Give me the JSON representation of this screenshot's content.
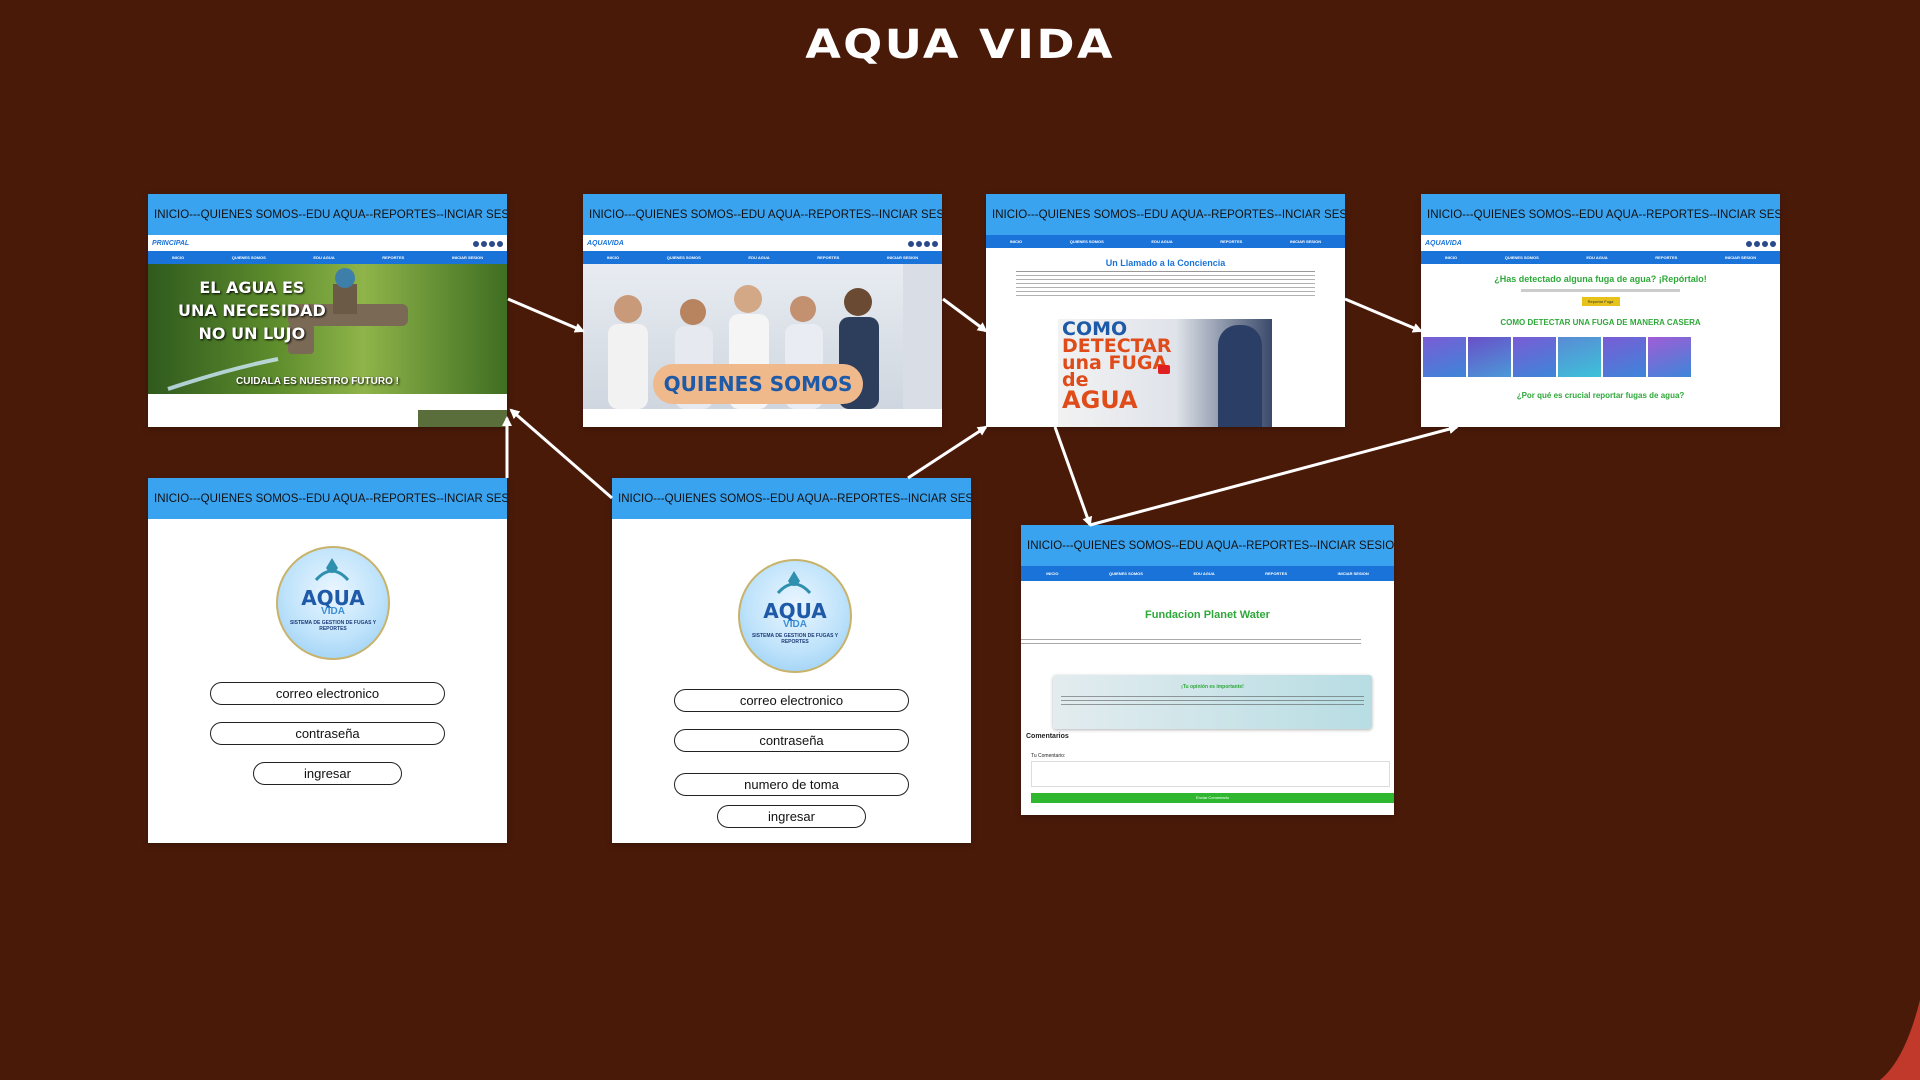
{
  "title": "AQUA VIDA",
  "nav_header": "INICIO---QUIENES SOMOS--EDU AQUA--REPORTES--INCIAR SESION",
  "site_nav": [
    "INICIO",
    "QUIENES SOMOS",
    "EDU AGUA",
    "REPORTES",
    "INICIAR SESION"
  ],
  "home": {
    "brand": "PRINCIPAL",
    "hero_lines": [
      "EL AGUA ES",
      "UNA NECESIDAD",
      "NO UN LUJO"
    ],
    "hero_tagline": "CUIDALA  ES NUESTRO FUTURO !"
  },
  "about": {
    "brand": "AQUAVIDA",
    "banner": "QUIENES SOMOS"
  },
  "edu": {
    "heading": "Un Llamado a la Conciencia",
    "video_title": [
      "COMO",
      "DETECTAR",
      "una FUGA",
      "de",
      "AGUA"
    ]
  },
  "reports": {
    "brand": "AQUAVIDA",
    "heading": "¿Has detectado alguna fuga de agua? ¡Repórtalo!",
    "button": "Reportar Fuga",
    "subheading": "COMO DETECTAR UNA FUGA DE MANERA CASERA",
    "bottom_heading": "¿Por qué es crucial reportar fugas de agua?"
  },
  "foundation": {
    "heading": "Fundacion Planet Water",
    "opinion_title": "¡Tu opinión es importante!",
    "comments_label": "Comentarios",
    "your_comment": "Tu Comentario:",
    "submit": "Enviar Comentario"
  },
  "logo": {
    "name": "AQUA",
    "sub": "VIDA",
    "tagline": "SISTEMA DE GESTION DE FUGAS Y REPORTES"
  },
  "login1": {
    "email": "correo electronico",
    "password": "contraseña",
    "submit": "ingresar"
  },
  "login2": {
    "email": "correo electronico",
    "password": "contraseña",
    "tap": "numero de toma",
    "submit": "ingresar"
  }
}
